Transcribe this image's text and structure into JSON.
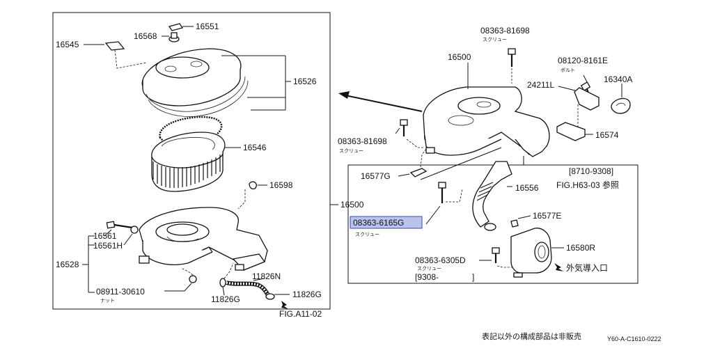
{
  "left_panel": {
    "p16551": "16551",
    "p16568": "16568",
    "p16545": "16545",
    "p16526": "16526",
    "p16546": "16546",
    "p16598": "16598",
    "p16500": "16500",
    "p16561": "16561",
    "p16561H": "16561H",
    "p16528": "16528",
    "p08911": "08911-30610",
    "nut": "ナット",
    "p11826N": "11826N",
    "p11826G_a": "11826G",
    "p11826G_b": "11826G",
    "fig": "FIG.A11-02"
  },
  "right_panel": {
    "p08363_81698_top": "08363-81698",
    "screw_top": "スクリュー",
    "p16500": "16500",
    "p08120": "08120-8161E",
    "bolt": "ボルト",
    "p24211L": "24211L",
    "p16340A": "16340A",
    "p16574": "16574",
    "p08363_81698_mid": "08363-81698",
    "screw_mid": "スクリュー",
    "p16577G": "16577G",
    "range_top": "[8710-9308]",
    "fig_ref": "FIG.H63-03 参照",
    "p16556": "16556",
    "p08363_6165G": "08363-6165G",
    "screw_sel": "スクリュー",
    "p16577E": "16577E",
    "p16580R": "16580R",
    "p08363_6305D": "08363-6305D",
    "screw_low": "スクリュー",
    "range_bottom": "[9308-",
    "bracket_close": "]",
    "outside_air": "外気導入口"
  },
  "footer": {
    "note": "表記以外の構成部品は非販売",
    "code": "Y60-A-C1610-0222"
  },
  "colors": {
    "highlight": "#b9c3ee",
    "highlight_border": "#3a4aa8",
    "line": "#111111"
  }
}
